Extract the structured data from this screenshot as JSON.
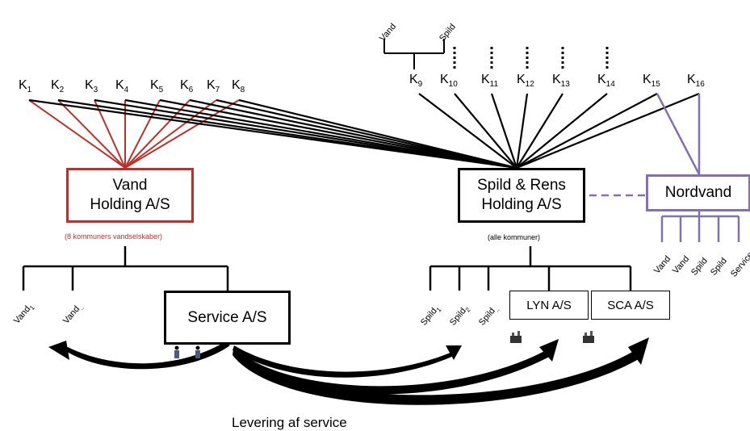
{
  "municipalities_left": [
    {
      "base": "K",
      "sub": "1"
    },
    {
      "base": "K",
      "sub": "2"
    },
    {
      "base": "K",
      "sub": "3"
    },
    {
      "base": "K",
      "sub": "4"
    },
    {
      "base": "K",
      "sub": "5"
    },
    {
      "base": "K",
      "sub": "6"
    },
    {
      "base": "K",
      "sub": "7"
    },
    {
      "base": "K",
      "sub": "8"
    }
  ],
  "municipalities_right": [
    {
      "base": "K",
      "sub": "9"
    },
    {
      "base": "K",
      "sub": "10"
    },
    {
      "base": "K",
      "sub": "11"
    },
    {
      "base": "K",
      "sub": "12"
    },
    {
      "base": "K",
      "sub": "13"
    },
    {
      "base": "K",
      "sub": "14"
    },
    {
      "base": "K",
      "sub": "15"
    },
    {
      "base": "K",
      "sub": "16"
    }
  ],
  "k9_branches": {
    "left": "Vand",
    "right": "Spild"
  },
  "vand_holding": {
    "line1": "Vand",
    "line2": "Holding A/S",
    "note": "(8 kommuners vandselskaber)",
    "subs": [
      {
        "base": "Vand",
        "sub": "1"
      },
      {
        "base": "Vand",
        "sub": ".."
      }
    ]
  },
  "service": {
    "label": "Service A/S"
  },
  "spild_holding": {
    "line1": "Spild & Rens",
    "line2": "Holding A/S",
    "note": "(alle kommuner)",
    "subs": [
      {
        "base": "Spild",
        "sub": "1"
      },
      {
        "base": "Spild",
        "sub": "2"
      },
      {
        "base": "Spild",
        "sub": ".."
      }
    ]
  },
  "lyn": {
    "label": "LYN A/S"
  },
  "sca": {
    "label": "SCA A/S"
  },
  "nordvand": {
    "label": "Nordvand",
    "subs": [
      "Vand",
      "Vand",
      "Spild",
      "Spild",
      "Service"
    ]
  },
  "footer": {
    "label": "Levering af service"
  },
  "colors": {
    "red": "#c0302a",
    "purple": "#8470b0",
    "black": "#000000"
  }
}
